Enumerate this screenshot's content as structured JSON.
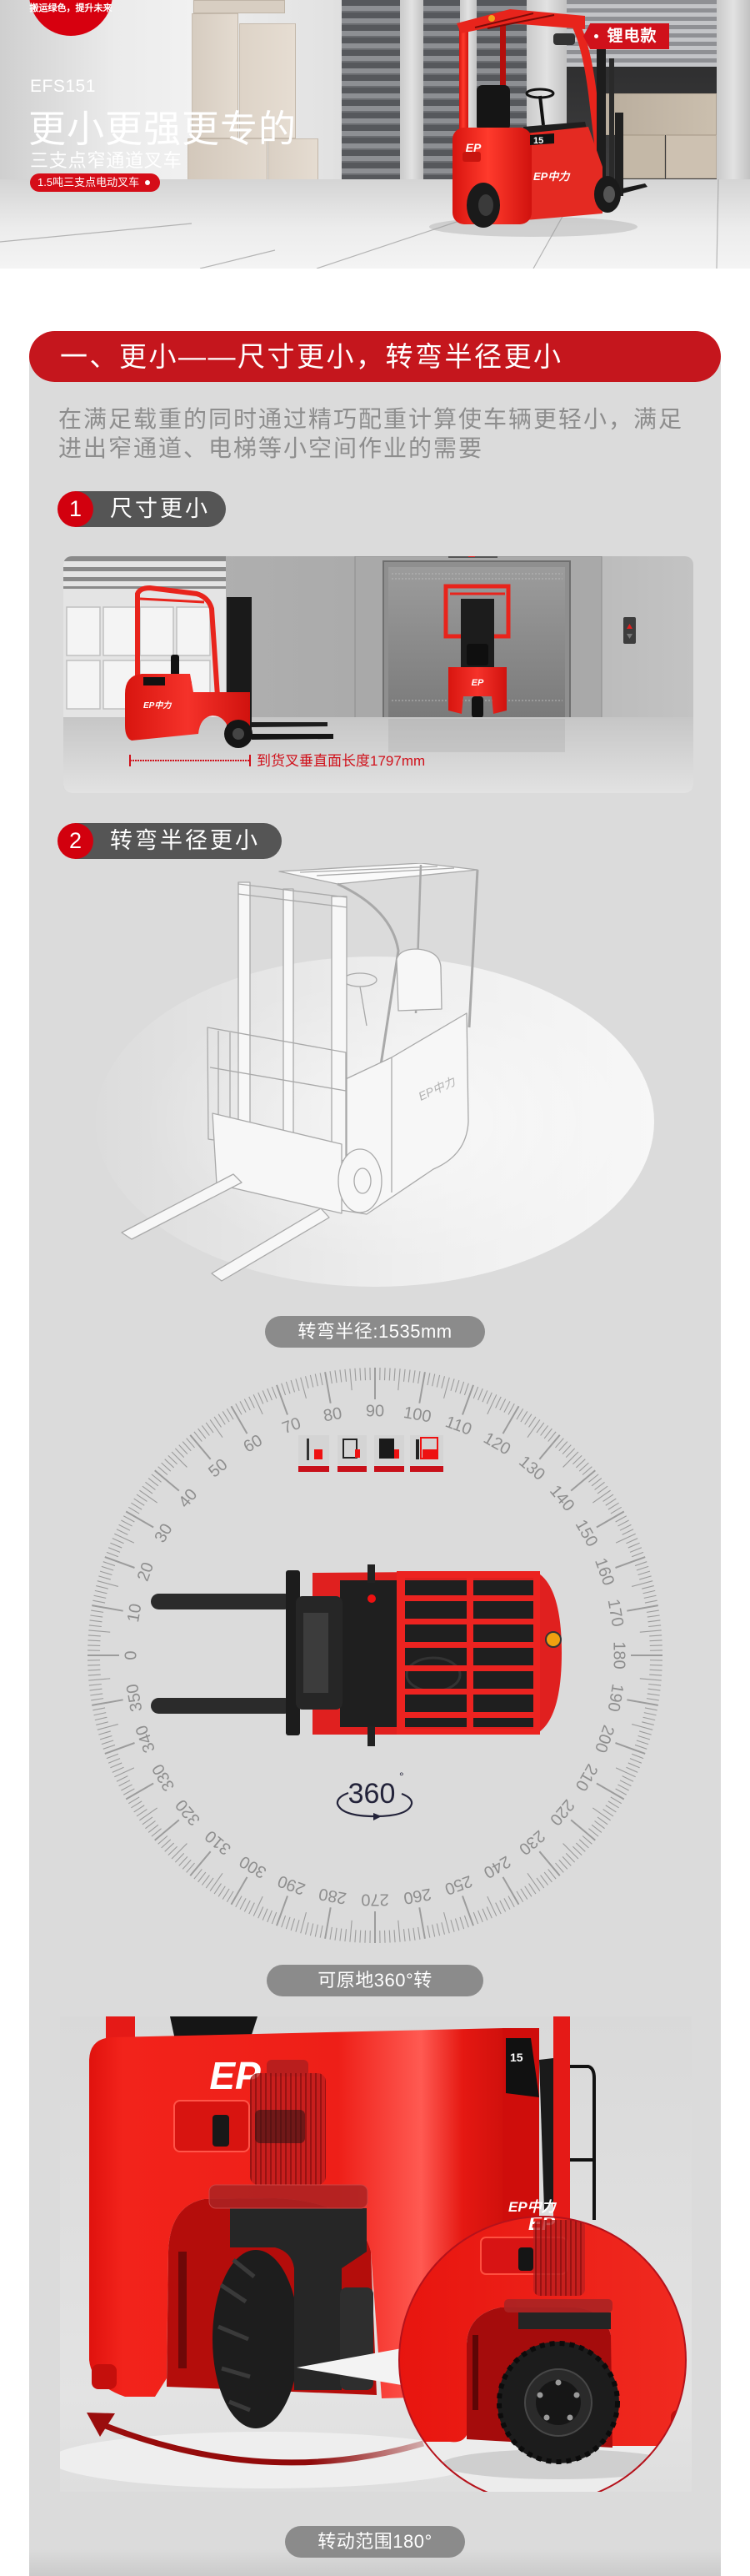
{
  "hero": {
    "slogan": "搬运绿色，提升未来",
    "model": "EFS151",
    "title": "更小更强更专的",
    "subtitle": "三支点窄通道叉车",
    "tag": "1.5吨三支点电动叉车",
    "variant_badge": "锂电款",
    "brand_logo": "EP中力",
    "logo_mark": "EP",
    "capacity_plate": "15"
  },
  "section": {
    "header": "一、更小——尺寸更小，转弯半径更小",
    "description": "在满足载重的同时通过精巧配重计算使车辆更轻小，满足进出窄通道、电梯等小空间作业的需要",
    "feature_1": {
      "number": "1",
      "title": "尺寸更小",
      "dimension_label": "到货叉垂直面长度1797mm"
    },
    "feature_2": {
      "number": "2",
      "title": "转弯半径更小",
      "radius_caption": "转弯半径:1535mm"
    },
    "dial": {
      "labels": [
        "0",
        "10",
        "20",
        "30",
        "40",
        "50",
        "60",
        "70",
        "80",
        "90",
        "100",
        "110",
        "120",
        "130",
        "140",
        "150",
        "160",
        "170",
        "180",
        "190",
        "200",
        "210",
        "220",
        "230",
        "240",
        "250",
        "260",
        "270",
        "280",
        "290",
        "300",
        "310",
        "320",
        "330",
        "340",
        "350"
      ],
      "center_value": "360",
      "center_unit": "°",
      "caption": "可原地360°转"
    },
    "steer_caption": "转动范围180°"
  },
  "colors": {
    "header_red": "#c5161d",
    "badge_red": "#d2000e",
    "tag_red": "#d50d18",
    "badge_dark": "#555555",
    "caption_pill": "#8b8b8b",
    "card_bg": "#dbdbdb",
    "description_text": "#8d8d8d",
    "dial_ticks": "#9c9c9c",
    "dimension_red": "#d0101a"
  }
}
